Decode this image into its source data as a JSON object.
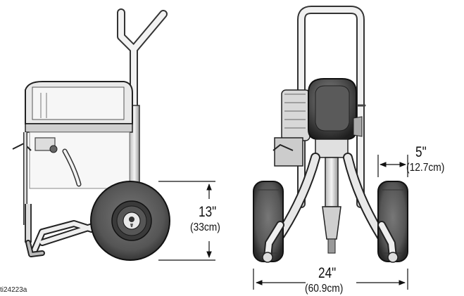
{
  "figure": {
    "reference": "ti24223a"
  },
  "dimensions": {
    "wheel_height": {
      "imperial": "13\"",
      "metric": "(33cm)"
    },
    "wheel_width": {
      "imperial": "5\"",
      "metric": "(12.7cm)"
    },
    "overall_width": {
      "imperial": "24\"",
      "metric": "(60.9cm)"
    }
  }
}
